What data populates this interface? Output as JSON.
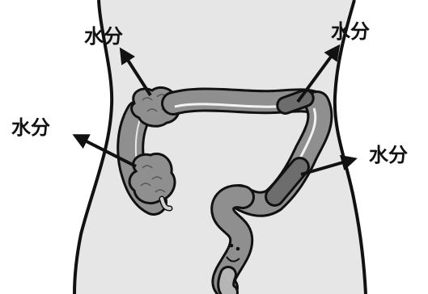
{
  "labels": {
    "top_left": "水分",
    "top_right": "水分",
    "left": "水分",
    "right": "水分"
  },
  "colors": {
    "skin": "#e6e6e6",
    "outline": "#111111",
    "colon": "#8f8f8f",
    "colon_dark": "#6d6d6d",
    "colon_light": "#b5b5b5"
  }
}
